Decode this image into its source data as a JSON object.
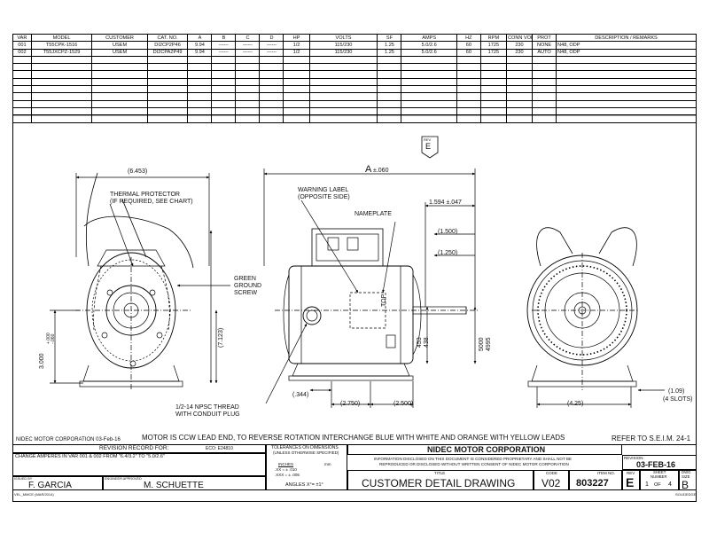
{
  "bom": {
    "headers": [
      "VAR",
      "MODEL",
      "CUSTOMER",
      "CAT. NO.",
      "A",
      "B",
      "C",
      "D",
      "HP",
      "VOLTS",
      "SF",
      "AMPS",
      "HZ",
      "RPM",
      "CONN VOLTS",
      "PROT",
      "DESCRIPTION / REMARKS"
    ],
    "rows": [
      [
        "001",
        "T55CPK-1516",
        "USEM",
        "DI2CP2P46",
        "9.94",
        "------",
        "------",
        "------",
        "1/2",
        "115/230",
        "1.25",
        "5.0/2.6",
        "60",
        "1725",
        "230",
        "NONE",
        "N48, ODP"
      ],
      [
        "002",
        "T55JXCPZ-1529",
        "USEM",
        "DI2CPA2P49",
        "9.94",
        "------",
        "------",
        "------",
        "1/2",
        "115/230",
        "1.25",
        "5.0/2.6",
        "60",
        "1725",
        "230",
        "AUTO",
        "N48, ODP"
      ]
    ],
    "empty_rows": 9
  },
  "rev_flag": {
    "rev": "REV",
    "letter": "E"
  },
  "labels": {
    "thermal_1": "THERMAL PROTECTOR",
    "thermal_2": "(IF REQUIRED, SEE CHART)",
    "green_1": "GREEN",
    "green_2": "GROUND",
    "green_3": "SCREW",
    "warning_1": "WARNING LABEL",
    "warning_2": "(OPPOSITE SIDE)",
    "nameplate": "NAMEPLATE",
    "top": "TOP",
    "npsc_1": "1/2-14 NPSC THREAD",
    "npsc_2": "WITH CONDUIT PLUG"
  },
  "dims": {
    "d6453": "(6.453)",
    "a060_a": "A",
    "a060_b": "±.060",
    "d1594": "1.594 ±.047",
    "d1500": "(1.500)",
    "d1250": "(1.250)",
    "d7123": "(7.123)",
    "d3000": "3.000",
    "d3000_tol_1": "+.000",
    "d3000_tol_2": "-.060",
    "d453": "453",
    "d438": "438",
    "d5000": "5000",
    "d4995": "4995",
    "d344": "(.344)",
    "d2750": "(2.750)",
    "d2500": "(2.500)",
    "d425": "(4.25)",
    "d109": "(1.09)",
    "d4slots": "(4 SLOTS)"
  },
  "notes": {
    "corp_small": "NIDEC MOTOR CORPORATION 03-Feb-16",
    "rotation": "MOTOR IS CCW LEAD END, TO REVERSE ROTATION INTERCHANGE BLUE WITH WHITE AND ORANGE WITH YELLOW LEADS",
    "refer": "REFER TO S.E.I.M. 24-1",
    "form_no": "VEL_MMCE (MAR/2014)",
    "solid": "SOLIDEDGE"
  },
  "title_block": {
    "revision_record": "REVISION RECORD FOR:",
    "eco": "ECO: E24810",
    "change_text": "CHANGE AMPERES IN VAR 001 & 002 FROM \"6.4/3.2\" TO \"5.0/2.6\"",
    "tolerance_1": "TOLERANCES ON DIMENSIONS",
    "tolerance_2": "(UNLESS OTHERWISE SPECIFIED)",
    "inches": "INCHES",
    "mm": "mm",
    "tol_xx": ".XX = ± .010",
    "tol_xxx": ".XXX = ± .005",
    "angles": "ANGLES X°= ±1°",
    "company": "NIDEC MOTOR CORPORATION",
    "disclaimer_1": "INFORMATION DISCLOSED ON THIS DOCUMENT IS CONSIDERED PROPRIETARY AND SHALL NOT BE",
    "disclaimer_2": "REPRODUCED OR DISCLOSED WITHOUT WRITTEN CONSENT OF NIDEC MOTOR CORPORATION",
    "revision_label": "REVISION",
    "date": "03-FEB-16",
    "issued_by_label": "ISSUED BY",
    "issued_by": "F. GARCIA",
    "engineer_label": "ENGINEER APPROVED",
    "engineer": "M. SCHUETTE",
    "title_label": "TITLE",
    "title": "CUSTOMER DETAIL DRAWING",
    "code_label": "CODE",
    "code": "V02",
    "item_label": "ITEM NO.",
    "item": "803227",
    "rev_label": "REV",
    "rev": "E",
    "sheet_label_1": "SHEET",
    "sheet_label_2": "NUMBER",
    "sheet": "1",
    "sheet_of": "OF",
    "sheet_total": "4",
    "dwg_label_1": "DWG",
    "dwg_label_2": "SIZE",
    "dwg": "B"
  }
}
